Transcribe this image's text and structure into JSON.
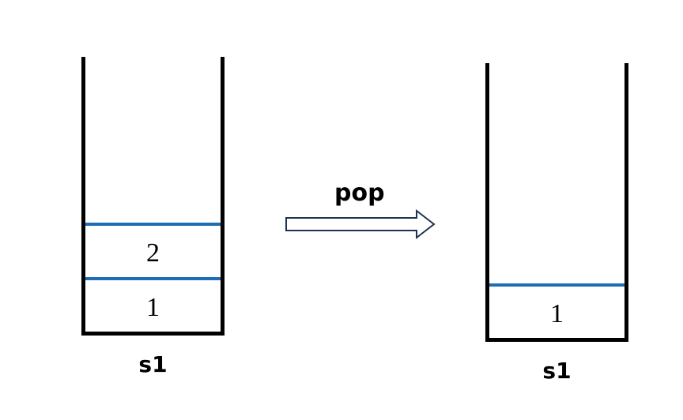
{
  "left_stack": {
    "label": "s1",
    "cells": [
      "2",
      "1"
    ]
  },
  "right_stack": {
    "label": "s1",
    "cells": [
      "1"
    ]
  },
  "operation": {
    "label": "pop"
  },
  "colors": {
    "divider": "#1f6db4",
    "outline": "#000000",
    "arrow_stroke": "#1f3251"
  }
}
